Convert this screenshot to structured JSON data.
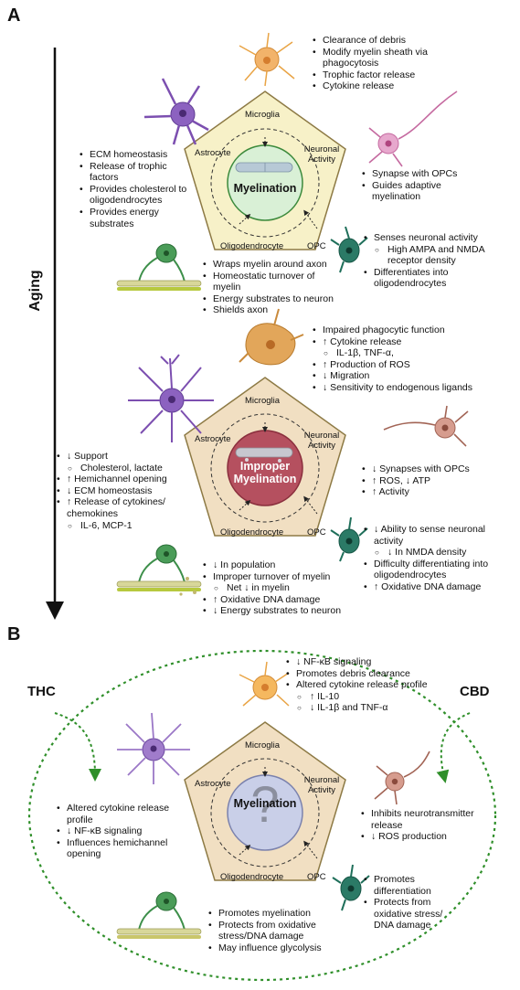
{
  "panel_a": {
    "letter": "A",
    "aging_label": "Aging",
    "top": {
      "center": "Myelination",
      "labels": {
        "microglia": "Microglia",
        "astrocyte": "Astrocyte",
        "neuronal_1": "Neuronal",
        "neuronal_2": "Activity",
        "oligo": "Oligodendrocyte",
        "opc": "OPC"
      },
      "microglia_bullets": [
        "Clearance of debris",
        "Modify myelin sheath via",
        "phagocytosis",
        "Trophic factor release",
        "Cytokine release"
      ],
      "astrocyte_bullets": [
        "ECM homeostasis",
        "Release of trophic",
        "factors",
        "Provides cholesterol to",
        "oligodendrocytes",
        "Provides energy",
        "substrates"
      ],
      "neuron_bullets": [
        "Synapse with OPCs",
        "Guides adaptive",
        "myelination"
      ],
      "opc_bullets": [
        "Senses neuronal activity",
        "High AMPA and NMDA",
        "receptor density",
        "Differentiates into",
        "oligodendrocytes"
      ],
      "oligo_bullets": [
        "Wraps myelin around axon",
        "Homeostatic turnover of",
        "myelin",
        "Energy substrates to neuron",
        "Shields axon"
      ]
    },
    "bottom": {
      "center_1": "Improper",
      "center_2": "Myelination",
      "labels": {
        "microglia": "Microglia",
        "astrocyte": "Astrocyte",
        "neuronal_1": "Neuronal",
        "neuronal_2": "Activity",
        "oligo": "Oligodendrocyte",
        "opc": "OPC"
      },
      "microglia_bullets": [
        "Impaired phagocytic function",
        "↑ Cytokine release",
        "IL-1β, TNF-α,",
        "↑ Production of ROS",
        "↓ Migration",
        "↓ Sensitivity to endogenous ligands"
      ],
      "astrocyte_bullets": [
        "↓ Support",
        "Cholesterol, lactate",
        "↑ Hemichannel opening",
        "↓ ECM homeostasis",
        "↑ Release of cytokines/",
        "chemokines",
        "IL-6, MCP-1"
      ],
      "neuron_bullets": [
        "↓ Synapses with OPCs",
        "↑ ROS, ↓ ATP",
        "↑ Activity"
      ],
      "opc_bullets": [
        "↓ Ability to sense neuronal",
        "activity",
        "↓ In NMDA density",
        "Difficulty differentiating into",
        "oligodendrocytes",
        "↑ Oxidative DNA damage"
      ],
      "oligo_bullets": [
        "↓ In population",
        "Improper turnover of myelin",
        "Net ↓ in myelin",
        "↑ Oxidative DNA damage",
        "↓ Energy substrates to neuron"
      ]
    }
  },
  "panel_b": {
    "letter": "B",
    "thc": "THC",
    "cbd": "CBD",
    "center": "Myelination",
    "question": "?",
    "labels": {
      "microglia": "Microglia",
      "astrocyte": "Astrocyte",
      "neuronal_1": "Neuronal",
      "neuronal_2": "Activity",
      "oligo": "Oligodendrocyte",
      "opc": "OPC"
    },
    "microglia_bullets": [
      "↓ NF-κB signaling",
      "Promotes debris clearance",
      "Altered cytokine release profile",
      "↑ IL-10",
      "↓ IL-1β and TNF-α"
    ],
    "astrocyte_bullets": [
      "Altered cytokine release",
      "profile",
      "↓ NF-κB signaling",
      "Influences hemichannel",
      "opening"
    ],
    "neuron_bullets": [
      "Inhibits neurotransmitter",
      "release",
      "↓ ROS production"
    ],
    "opc_bullets": [
      "Promotes",
      "differentiation",
      "Protects from",
      "oxidative stress/",
      "DNA damage"
    ],
    "oligo_bullets": [
      "Promotes myelination",
      "Protects from oxidative",
      "stress/DNA damage",
      "May influence glycolysis"
    ]
  },
  "colors": {
    "pentagon_top_fill": "#f7f1c8",
    "pentagon_bottom_fill": "#f1dfc2",
    "pentagon_stroke": "#8d7a45",
    "myelination_circle": "#d9f0d6",
    "improper_circle": "#b5505f",
    "question_circle": "#c9cfe8",
    "dotted_green": "#2f8f2a",
    "astrocyte": "#7c4fb0",
    "microglia": "#e9a445",
    "neuron": "#c56aa0",
    "opc": "#1f6f5a",
    "oligo": "#3d8f4a"
  }
}
